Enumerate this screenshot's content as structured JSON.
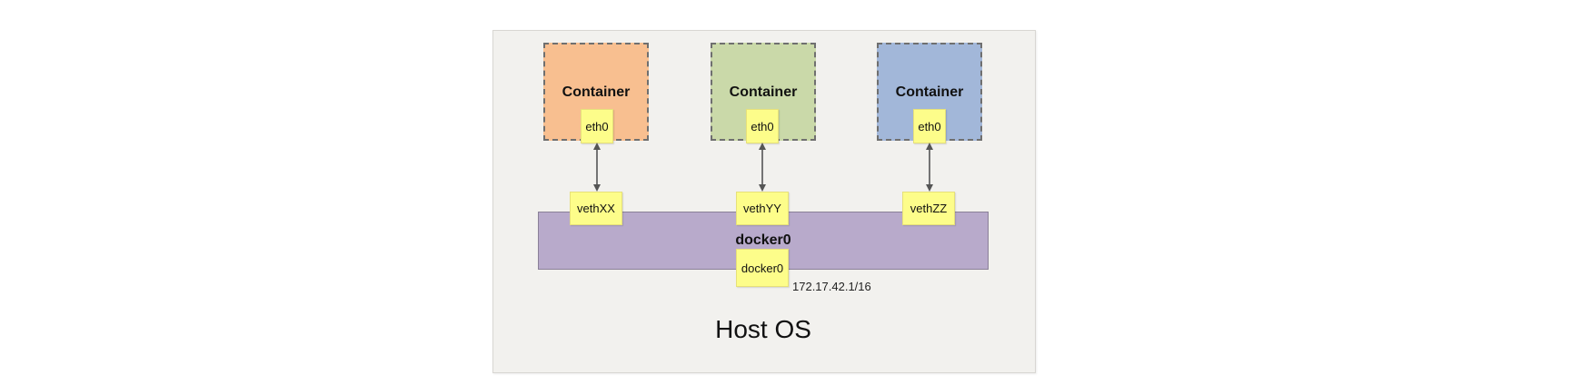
{
  "host": {
    "label": "Host OS"
  },
  "containers": [
    {
      "title": "Container",
      "iface": "eth0",
      "color": "#f8bf90"
    },
    {
      "title": "Container",
      "iface": "eth0",
      "color": "#cad9a9"
    },
    {
      "title": "Container",
      "iface": "eth0",
      "color": "#a2b7d9"
    }
  ],
  "veths": [
    "vethXX",
    "vethYY",
    "vethZZ"
  ],
  "bridge": {
    "title": "docker0",
    "iface": "docker0",
    "ip": "172.17.42.1/16",
    "color": "#b8aacb"
  },
  "tag_color": "#fdfd8a"
}
